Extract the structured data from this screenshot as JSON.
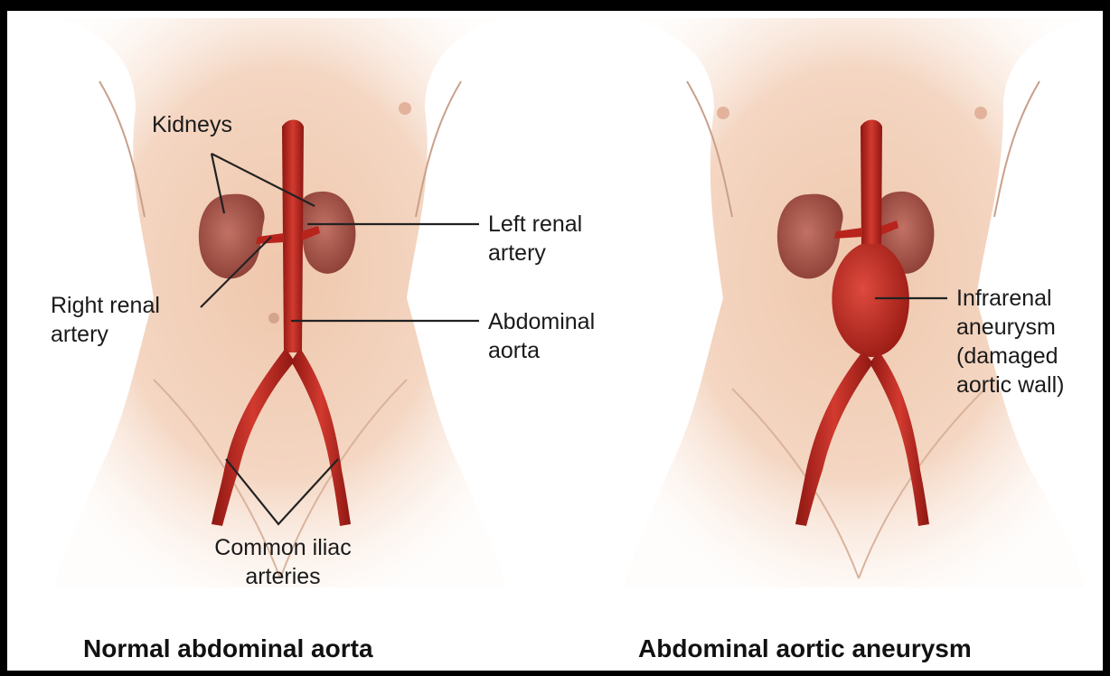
{
  "labels": {
    "kidneys": "Kidneys",
    "left_renal_artery": "Left renal\nartery",
    "right_renal_artery": "Right renal\nartery",
    "abdominal_aorta": "Abdominal\naorta",
    "common_iliac_arteries": "Common iliac\narteries",
    "infrarenal_aneurysm": "Infrarenal\naneurysm\n(damaged\naortic wall)"
  },
  "captions": {
    "left": "Normal abdominal aorta",
    "right": "Abdominal aortic aneurysm"
  },
  "colors": {
    "background": "#000000",
    "skin": "#f3d3bd",
    "artery": "#b8231c",
    "kidney": "#a5554a",
    "leader_line": "#222222"
  }
}
